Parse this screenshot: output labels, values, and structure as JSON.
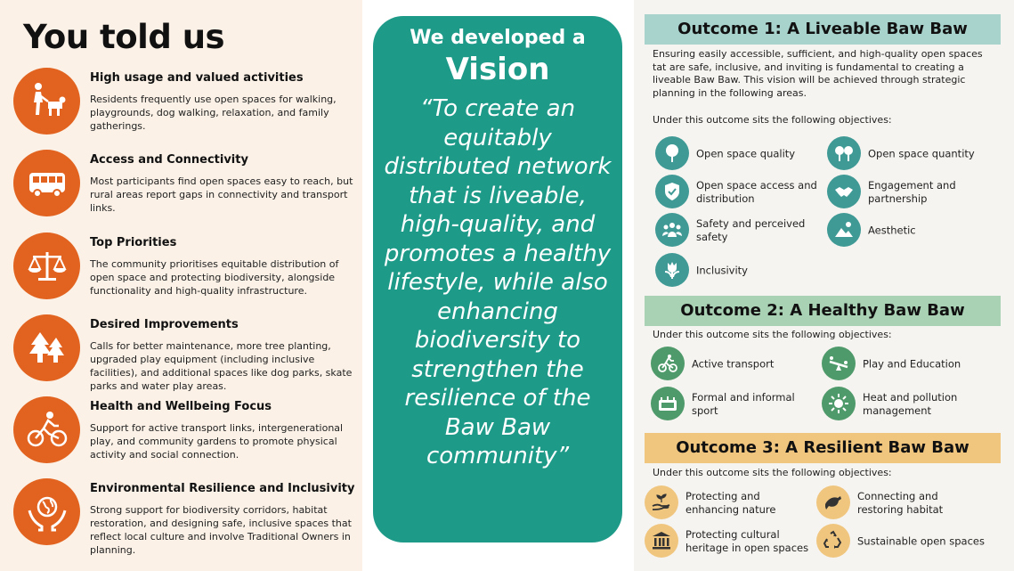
{
  "left": {
    "title": "You told us",
    "items": [
      {
        "icon": "person-walking-dog-icon",
        "title": "High usage and valued activities",
        "desc": "Residents frequently use open spaces for walking, playgrounds, dog walking, relaxation, and family gatherings."
      },
      {
        "icon": "bus-icon",
        "title": "Access and Connectivity",
        "desc": "Most participants find open spaces easy to reach, but rural areas report gaps in connectivity and transport links."
      },
      {
        "icon": "scales-icon",
        "title": "Top Priorities",
        "desc": "The community prioritises equitable distribution of open space and protecting biodiversity, alongside functionality and high-quality infrastructure."
      },
      {
        "icon": "trees-icon",
        "title": "Desired Improvements",
        "desc": "Calls for better maintenance, more tree planting, upgraded play equipment (including inclusive facilities), and additional spaces like dog parks, skate parks and water play areas."
      },
      {
        "icon": "cyclist-icon",
        "title": "Health and Wellbeing Focus",
        "desc": "Support for active transport links, intergenerational play, and community gardens to promote physical activity and social connection."
      },
      {
        "icon": "hands-globe-icon",
        "title": "Environmental Resilience and Inclusivity",
        "desc": "Strong support for biodiversity corridors, habitat restoration, and designing safe, inclusive spaces that reflect local culture and involve Traditional Owners in planning."
      }
    ]
  },
  "center": {
    "subtitle": "We developed a",
    "title": "Vision",
    "quote": "“To create an equitably distributed network that is liveable, high-quality, and promotes a healthy lifestyle, while also enhancing biodiversity to strengthen the resilience of the Baw Baw community”"
  },
  "outcome1": {
    "title": "Outcome 1: A Liveable Baw Baw",
    "intro": "Ensuring easily accessible, sufficient, and high-quality open spaces tat are safe, inclusive, and inviting is fundamental to creating a liveable Baw Baw. This vision will be achieved through strategic planning in the following areas.",
    "under": "Under this outcome sits the following objectives:",
    "objectives": [
      "Open space quality",
      "Open space quantity",
      "Open space access and distribution",
      "Engagement and partnership",
      "Safety and perceived safety",
      "Aesthetic",
      "Inclusivity"
    ]
  },
  "outcome2": {
    "title": "Outcome 2: A Healthy Baw Baw",
    "under": "Under this outcome sits the following objectives:",
    "objectives": [
      "Active transport",
      "Play and Education",
      "Formal and informal sport",
      "Heat and pollution management"
    ]
  },
  "outcome3": {
    "title": "Outcome 3: A Resilient Baw Baw",
    "under": "Under this outcome sits the following objectives:",
    "objectives": [
      "Protecting and enhancing nature",
      "Connecting and restoring habitat",
      "Protecting cultural heritage in open spaces",
      "Sustainable open spaces"
    ]
  },
  "colors": {
    "orange": "#e2631f",
    "teal": "#1e9a89",
    "outcome1": "#a8d2cc",
    "outcome2": "#a9d2b4",
    "outcome3": "#f0c67f"
  }
}
